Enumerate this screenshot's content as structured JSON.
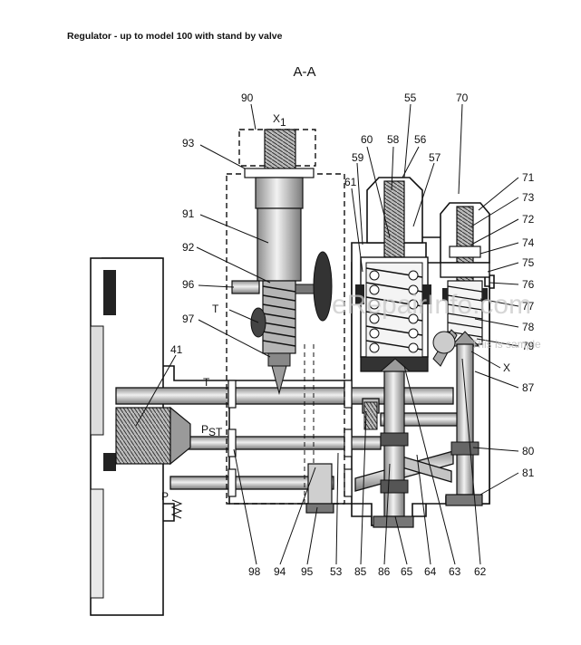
{
  "title": "Regulator - up to model 100 with stand by valve",
  "section": "A-A",
  "watermark": {
    "site": "eRepairInfo.com",
    "note": "This is sample"
  },
  "port_labels": {
    "x1": "X",
    "x1_sub": "1",
    "t_upper": "T",
    "t_channel": "T",
    "pst": "P",
    "pst_sub": "ST",
    "p": "P",
    "x": "X"
  },
  "callouts": [
    "90",
    "93",
    "91",
    "92",
    "96",
    "97",
    "41",
    "98",
    "94",
    "95",
    "53",
    "85",
    "86",
    "65",
    "64",
    "63",
    "62",
    "55",
    "60",
    "58",
    "56",
    "57",
    "59",
    "61",
    "70",
    "71",
    "73",
    "72",
    "74",
    "75",
    "76",
    "77",
    "78",
    "79",
    "87",
    "80",
    "81"
  ]
}
